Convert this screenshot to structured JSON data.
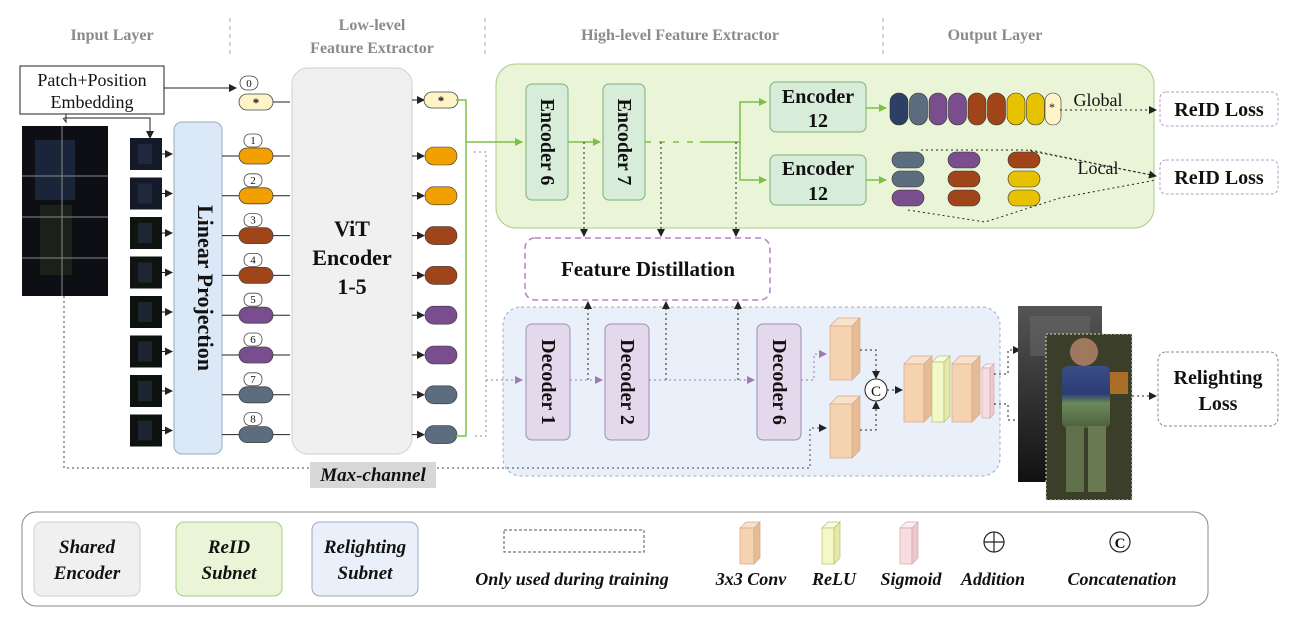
{
  "sections": {
    "input": "Input Layer",
    "low_line1": "Low-level",
    "low_line2": "Feature Extractor",
    "high": "High-level  Feature Extractor",
    "output": "Output Layer"
  },
  "embedding": {
    "line1": "Patch+Position",
    "line2": "Embedding"
  },
  "linear_projection": "Linear Projection",
  "vit": {
    "line1": "ViT",
    "line2": "Encoder",
    "line3": "1-5"
  },
  "tokens": {
    "cls_index": "0",
    "cls_symbol": "*",
    "patch_indices": [
      "1",
      "2",
      "3",
      "4",
      "5",
      "6",
      "7",
      "8"
    ]
  },
  "token_colors": [
    "#f2a000",
    "#f2a000",
    "#a0441a",
    "#a0441a",
    "#7a4e8e",
    "#7a4e8e",
    "#5c6d80",
    "#5c6d80"
  ],
  "cls_color": "#fff3c8",
  "encoders": {
    "e6": "Encoder 6",
    "e7": "Encoder 7",
    "e12_line1": "Encoder",
    "e12_line2": "12"
  },
  "global_label": "Global",
  "local_label": "Local",
  "reid_loss": "ReID Loss",
  "global_token_colors": [
    "#2c3f66",
    "#5c6d80",
    "#7a4e8e",
    "#7a4e8e",
    "#a0441a",
    "#a0441a",
    "#e6c200",
    "#e6c200"
  ],
  "feature_distillation": "Feature Distillation",
  "decoders": {
    "d1": "Decoder 1",
    "d2": "Decoder 2",
    "d6": "Decoder 6"
  },
  "max_channel": "Max-channel",
  "concat_symbol": "C",
  "relighting_loss": {
    "line1": "Relighting",
    "line2": "Loss"
  },
  "legend": {
    "shared_line1": "Shared",
    "shared_line2": "Encoder",
    "reid_line1": "ReID",
    "reid_line2": "Subnet",
    "relight_line1": "Relighting",
    "relight_line2": "Subnet",
    "training_only": "Only used during training",
    "conv": "3x3 Conv",
    "relu": "ReLU",
    "sigmoid": "Sigmoid",
    "addition": "Addition",
    "concatenation": "Concatenation",
    "concat_symbol": "C"
  },
  "colors": {
    "reid_bg": "#eaf4d6",
    "relight_bg": "#eaf0fa",
    "shared_bg": "#f0f0f0",
    "encoder_box": "#d8ecda",
    "decoder_box": "#e4d8ec",
    "linear_proj": "#dbe8f8",
    "conv": "#f5d2b0",
    "relu": "#f4f8c8",
    "sigmoid": "#f8dde0",
    "distill_border": "#b87ec8",
    "green_line": "#7cc04a",
    "purple_line": "#9a7cb0"
  }
}
